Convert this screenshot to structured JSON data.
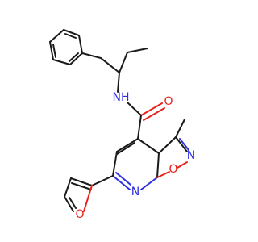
{
  "atoms": {
    "nh": {
      "text": "NH",
      "color": "#2f2fe0"
    },
    "amide_o": {
      "text": "O",
      "color": "#e8231d"
    },
    "isoxazole_n": {
      "text": "N",
      "color": "#2f2fe0"
    },
    "isoxazole_o": {
      "text": "O",
      "color": "#e8231d"
    },
    "pyridine_n": {
      "text": "N",
      "color": "#2f2fe0"
    },
    "furan_o": {
      "text": "O",
      "color": "#e8231d"
    }
  }
}
